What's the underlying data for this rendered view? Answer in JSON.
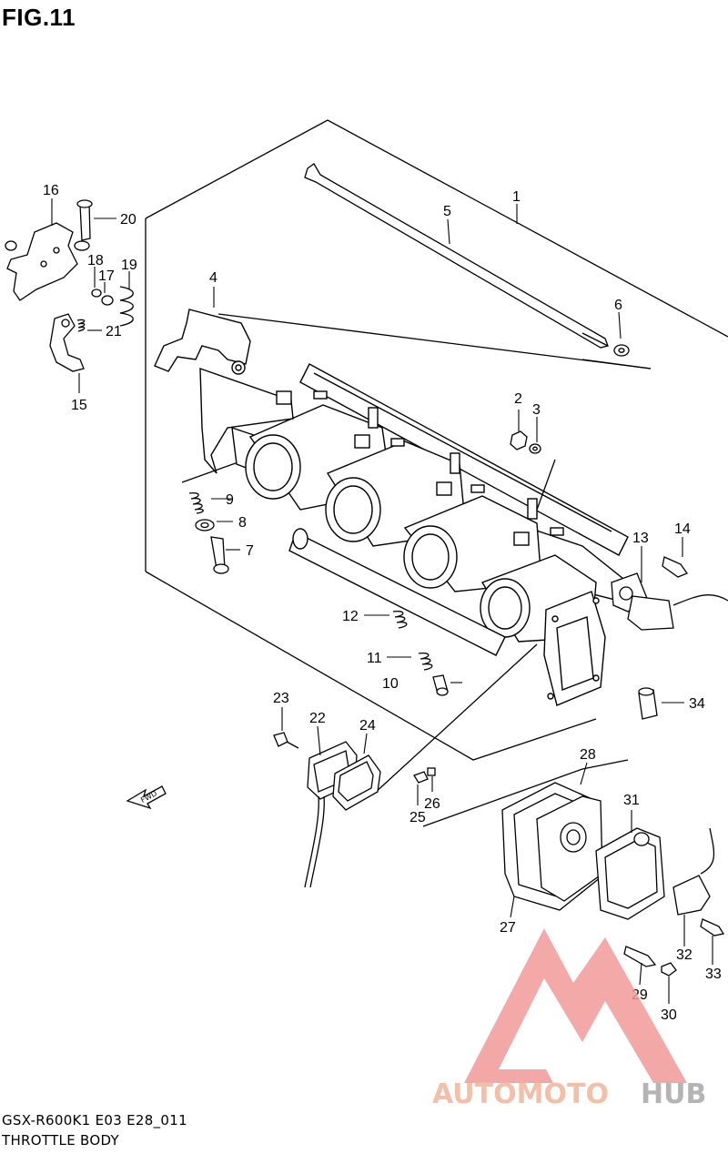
{
  "figure": {
    "title": "FIG.11",
    "model_code": "GSX-R600K1 E03 E28_011",
    "diagram_title": "THROTTLE BODY",
    "fwd_label": "FWD"
  },
  "callouts": [
    "1",
    "2",
    "3",
    "4",
    "5",
    "6",
    "7",
    "8",
    "9",
    "10",
    "11",
    "12",
    "13",
    "14",
    "15",
    "16",
    "17",
    "18",
    "19",
    "20",
    "21",
    "22",
    "23",
    "24",
    "25",
    "26",
    "27",
    "28",
    "29",
    "30",
    "31",
    "32",
    "33",
    "34"
  ],
  "watermark": {
    "text_part1": "AUTOMOTO",
    "text_part2": "HUB",
    "color_part1": "#f2b59a",
    "color_part2": "#a8a8a8",
    "logo_color": "#f29a9a"
  }
}
